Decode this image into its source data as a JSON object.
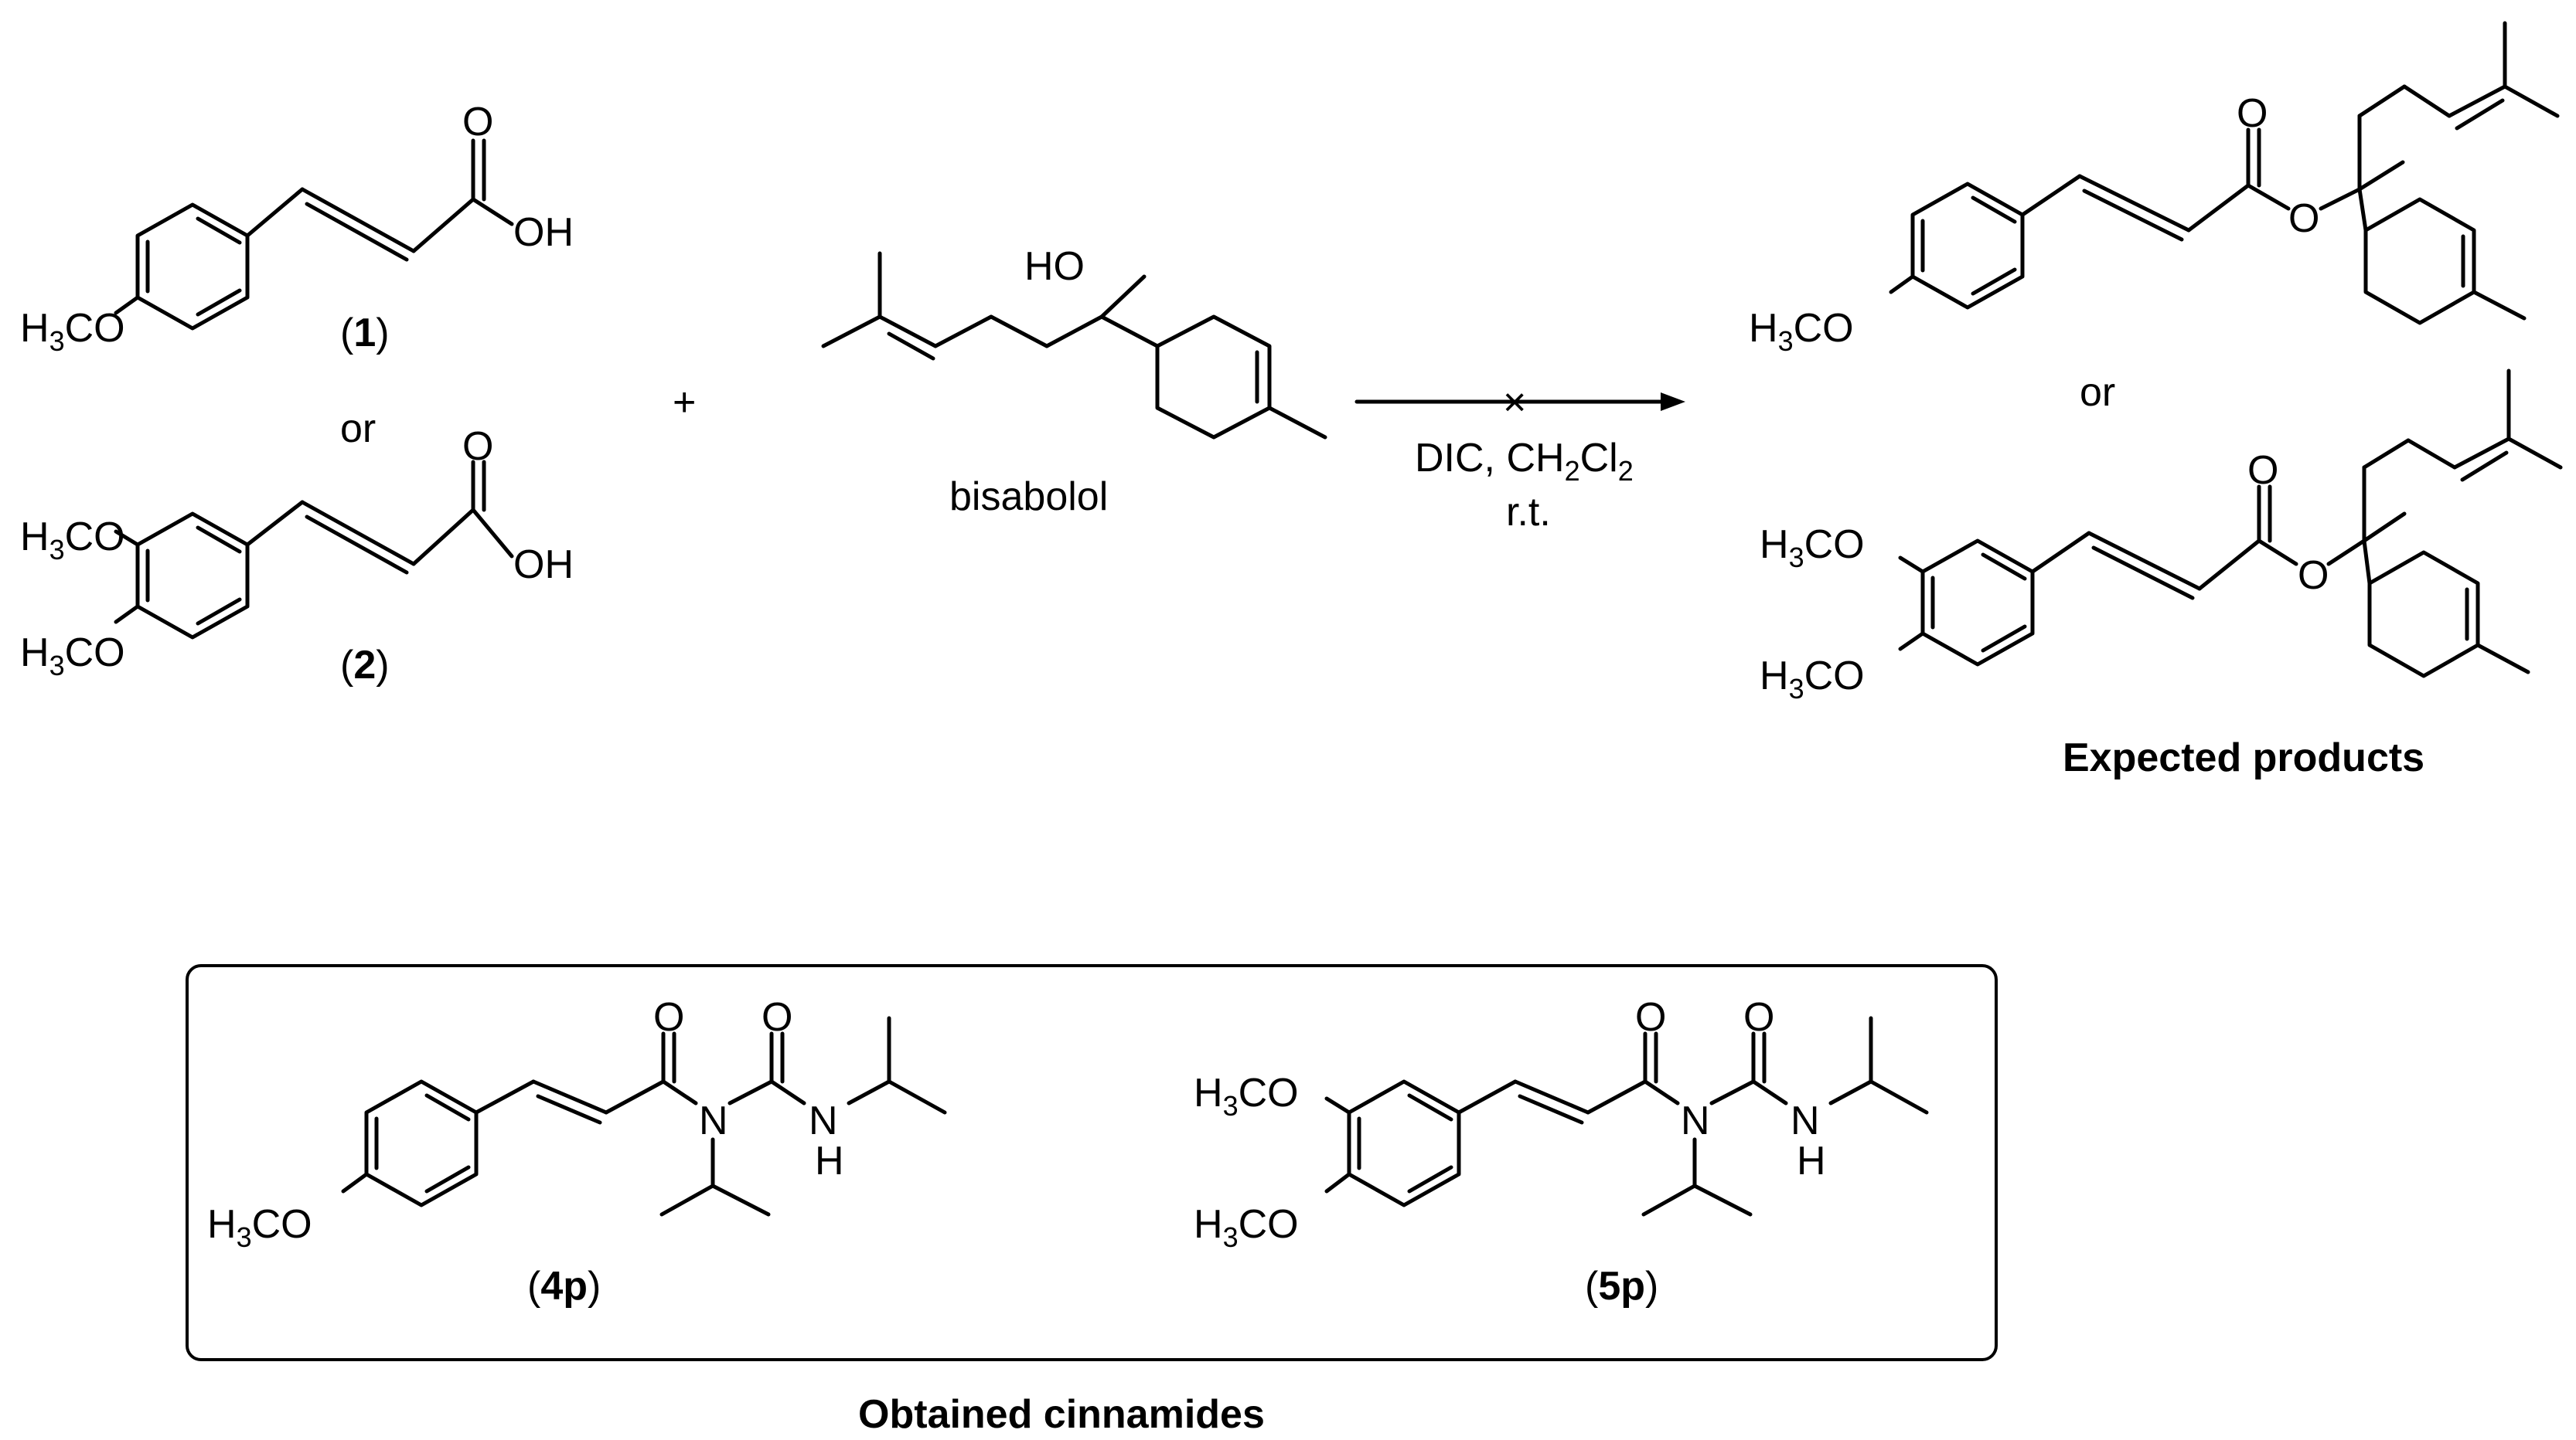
{
  "reactants": {
    "acid1_label_open": "(",
    "acid1_label_num": "1",
    "acid1_label_close": ")",
    "or_between_acids": "or",
    "acid2_label_open": "(",
    "acid2_label_num": "2",
    "acid2_label_close": ")",
    "plus": "+",
    "alcohol_name": "bisabolol"
  },
  "atoms": {
    "h3co": "H3CO",
    "oh": "OH",
    "ho": "HO",
    "o": "O",
    "n": "N",
    "h": "H"
  },
  "arrow": {
    "cross": "×",
    "conditions_line1": "DIC, CH2Cl2",
    "conditions_line2": "r.t."
  },
  "products": {
    "or": "or",
    "caption": "Expected products"
  },
  "obtained": {
    "p4_open": "(",
    "p4_num": "4p",
    "p4_close": ")",
    "p5_open": "(",
    "p5_num": "5p",
    "p5_close": ")",
    "caption": "Obtained cinnamides"
  }
}
